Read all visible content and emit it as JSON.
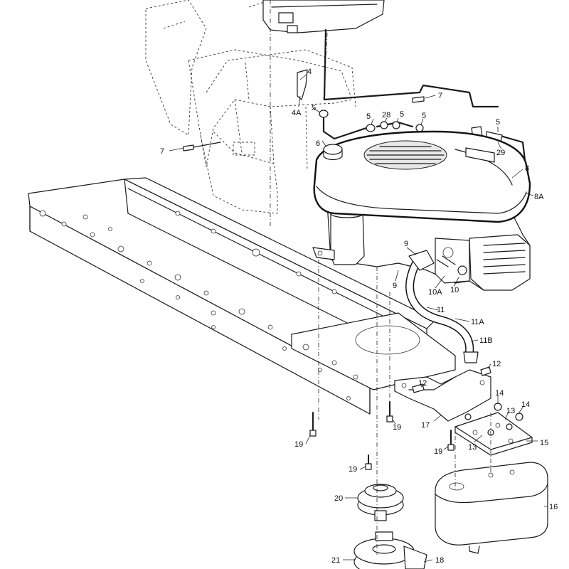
{
  "callouts": [
    {
      "id": "c4",
      "text": "4"
    },
    {
      "id": "c4A",
      "text": "4A"
    },
    {
      "id": "c5a",
      "text": "5"
    },
    {
      "id": "c5b",
      "text": "5"
    },
    {
      "id": "c5c",
      "text": "5"
    },
    {
      "id": "c5d",
      "text": "5"
    },
    {
      "id": "c5e",
      "text": "5"
    },
    {
      "id": "c28",
      "text": "28"
    },
    {
      "id": "c6",
      "text": "6"
    },
    {
      "id": "c7a",
      "text": "7"
    },
    {
      "id": "c7b",
      "text": "7"
    },
    {
      "id": "c29",
      "text": "29"
    },
    {
      "id": "c8",
      "text": "8"
    },
    {
      "id": "c8A",
      "text": "8A"
    },
    {
      "id": "c9a",
      "text": "9"
    },
    {
      "id": "c9b",
      "text": "9"
    },
    {
      "id": "c10",
      "text": "10"
    },
    {
      "id": "c10A",
      "text": "10A"
    },
    {
      "id": "c11",
      "text": "11"
    },
    {
      "id": "c11A",
      "text": "11A"
    },
    {
      "id": "c11B",
      "text": "11B"
    },
    {
      "id": "c12a",
      "text": "12"
    },
    {
      "id": "c12b",
      "text": "12"
    },
    {
      "id": "c13a",
      "text": "13"
    },
    {
      "id": "c13b",
      "text": "13"
    },
    {
      "id": "c14a",
      "text": "14"
    },
    {
      "id": "c14b",
      "text": "14"
    },
    {
      "id": "c15",
      "text": "15"
    },
    {
      "id": "c16",
      "text": "16"
    },
    {
      "id": "c17",
      "text": "17"
    },
    {
      "id": "c18",
      "text": "18"
    },
    {
      "id": "c19a",
      "text": "19"
    },
    {
      "id": "c19b",
      "text": "19"
    },
    {
      "id": "c19c",
      "text": "19"
    },
    {
      "id": "c19d",
      "text": "19"
    },
    {
      "id": "c20",
      "text": "20"
    },
    {
      "id": "c21",
      "text": "21"
    }
  ]
}
